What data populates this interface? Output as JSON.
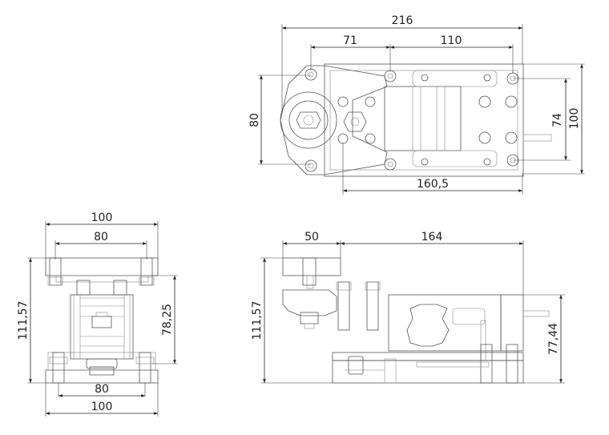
{
  "dimensions": {
    "top_width_216": "216",
    "top_71": "71",
    "top_110": "110",
    "top_80": "80",
    "top_74": "74",
    "top_100": "100",
    "top_160_5": "160,5",
    "front_top_100": "100",
    "front_top_80": "80",
    "front_height_111_57": "111,57",
    "front_78_25": "78,25",
    "front_bottom_80": "80",
    "front_bottom_100": "100",
    "side_50": "50",
    "side_164": "164",
    "side_height_111_57": "111,57",
    "side_77_44": "77,44"
  },
  "colors": {
    "line": "#555555",
    "dimension": "#222222",
    "background": "#ffffff"
  }
}
